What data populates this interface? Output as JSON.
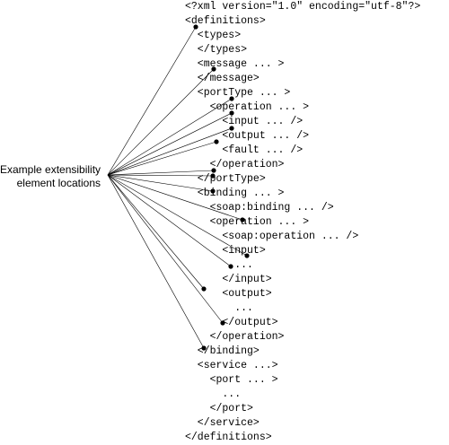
{
  "caption": {
    "line1": "Example extensibility",
    "line2": "element locations"
  },
  "code_lines": [
    "<?xml version=\"1.0\" encoding=\"utf-8\"?>",
    "<definitions>",
    "  <types>",
    "  </types>",
    "  <message ... >",
    "  </message>",
    "  <portType ... >",
    "    <operation ... >",
    "      <input ... />",
    "      <output ... />",
    "      <fault ... />",
    "    </operation>",
    "  </portType>",
    "  <binding ... >",
    "    <soap:binding ... />",
    "    <operation ... >",
    "      <soap:operation ... />",
    "      <input>",
    "        ...",
    "      </input>",
    "      <output>",
    "        ...",
    "      </output>",
    "    </operation>",
    "  </binding>",
    "  <service ...>",
    "    <port ... >",
    "      ...",
    "    </port>",
    "  </service>",
    "</definitions>"
  ]
}
